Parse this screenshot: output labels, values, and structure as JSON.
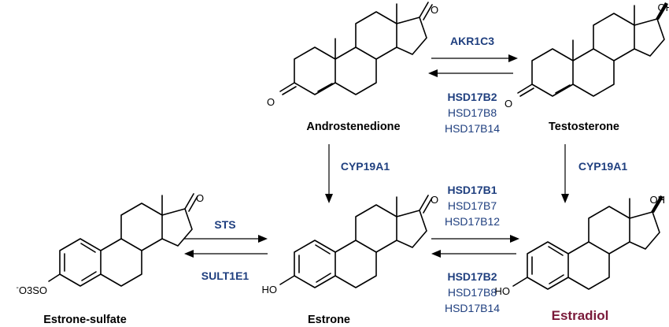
{
  "colors": {
    "enzyme": "#1f3f7f",
    "highlight": "#7a1a3a",
    "text": "#000000"
  },
  "compounds": {
    "androstenedione": "Androstenedione",
    "testosterone": "Testosterone",
    "estrone": "Estrone",
    "estradiol": "Estradiol",
    "estrone_sulfate": "Estrone-sulfate"
  },
  "atoms": {
    "oxygen": "O",
    "hydroxyl_right": "OH",
    "hydroxyl_left": "HO",
    "sulfate_o3s": "O3SO",
    "sulfate_charge": "-"
  },
  "enzymes": {
    "andro_to_testo": "AKR1C3",
    "testo_to_andro": [
      "HSD17B2",
      "HSD17B8",
      "HSD17B14"
    ],
    "andro_to_estrone": "CYP19A1",
    "testo_to_estradiol": "CYP19A1",
    "estrone_to_estradiol": [
      "HSD17B1",
      "HSD17B7",
      "HSD17B12"
    ],
    "estradiol_to_estrone": [
      "HSD17B2",
      "HSD17B8",
      "HSD17B14"
    ],
    "sulfate_to_estrone": "STS",
    "estrone_to_sulfate": "SULT1E1"
  }
}
